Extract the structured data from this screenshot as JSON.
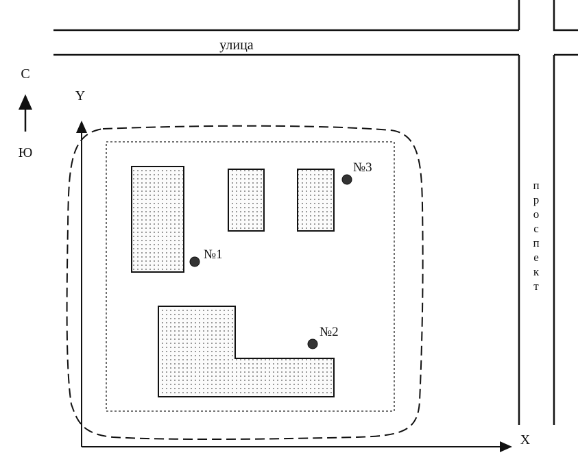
{
  "labels": {
    "street": "улица",
    "avenue": "проспект",
    "compass_north": "С",
    "compass_south": "Ю",
    "axis_x": "X",
    "axis_y": "Y"
  },
  "points": [
    {
      "id": "p1",
      "label": "№1"
    },
    {
      "id": "p2",
      "label": "№2"
    },
    {
      "id": "p3",
      "label": "№3"
    }
  ],
  "colors": {
    "line": "#111111",
    "building_dots": "#555555",
    "marker": "#333333"
  }
}
